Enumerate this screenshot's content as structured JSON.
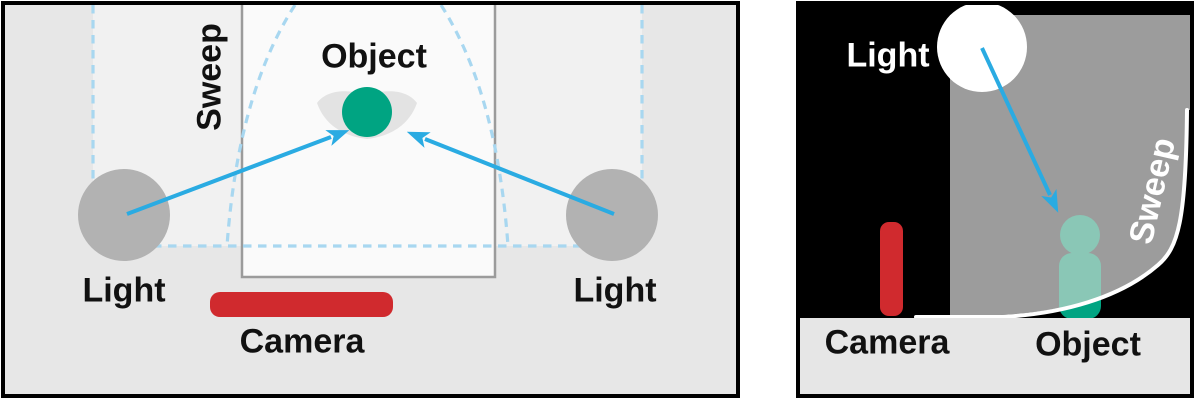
{
  "figure": {
    "left_panel": {
      "view": "top-down sweep diagram",
      "labels": {
        "sweep": "Sweep",
        "object": "Object",
        "light_left": "Light",
        "light_right": "Light",
        "camera": "Camera"
      }
    },
    "right_panel": {
      "view": "side sweep diagram",
      "labels": {
        "light": "Light",
        "sweep": "Sweep",
        "camera": "Camera",
        "object": "Object"
      }
    }
  },
  "colors": {
    "arrow_blue": "#2aabe2",
    "dashed_blue": "#a8d7f0",
    "teal": "#00a482",
    "teal_light": "#8ac7b6",
    "red": "#d02a2e",
    "gray_circle": "#b2b2b2",
    "gray_block": "#9c9c9c",
    "panel_bg_left": "#e7e7e7",
    "sweep_region_fill": "#f1f1f1",
    "fov_fill": "#fafafa",
    "fov_stroke": "#9b9b9b",
    "object_shadow": "#e3e3e3",
    "floor": "#e6e6e6",
    "black": "#000000",
    "white": "#ffffff"
  }
}
